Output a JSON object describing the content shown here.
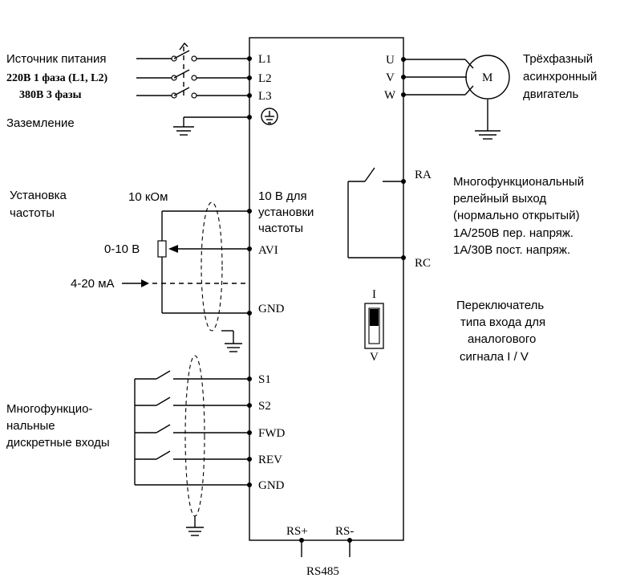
{
  "left_labels": {
    "power_line1": "Источник питания",
    "power_line2": "220В 1 фаза (L1, L2)",
    "power_line3": "380В 3 фазы",
    "ground": "Заземление",
    "freq_set_line1": "Установка",
    "freq_set_line2": "частоты",
    "pot_value": "10 кОм",
    "voltage_range": "0-10 В",
    "current_range": "4-20 мА",
    "digital_inputs_line1": "Многофункцио-",
    "digital_inputs_line2": "нальные",
    "digital_inputs_line3": "дискретные входы"
  },
  "terminals": {
    "l1": "L1",
    "l2": "L2",
    "l3": "L3",
    "ref_line1": "10 В для",
    "ref_line2": "установки",
    "ref_line3": "частоты",
    "avi": "AVI",
    "gnd_analog": "GND",
    "s1": "S1",
    "s2": "S2",
    "fwd": "FWD",
    "rev": "REV",
    "gnd_digital": "GND",
    "u": "U",
    "v": "V",
    "w": "W",
    "ra": "RA",
    "rc": "RC",
    "rs_plus": "RS+",
    "rs_minus": "RS-",
    "rs485": "RS485",
    "switch_top": "I",
    "switch_bottom": "V"
  },
  "motor": {
    "symbol": "M",
    "line1": "Трёхфазный",
    "line2": "асинхронный",
    "line3": "двигатель"
  },
  "right_labels": {
    "relay_line1": "Многофункциональный",
    "relay_line2": "релейный выход",
    "relay_line3": "(нормально открытый)",
    "relay_line4": "1А/250В пер. напряж.",
    "relay_line5": "1А/30В пост. напряж.",
    "switch_line1": "Переключатель",
    "switch_line2": "типа входа для",
    "switch_line3": "аналогового",
    "switch_line4": "сигнала I / V"
  }
}
